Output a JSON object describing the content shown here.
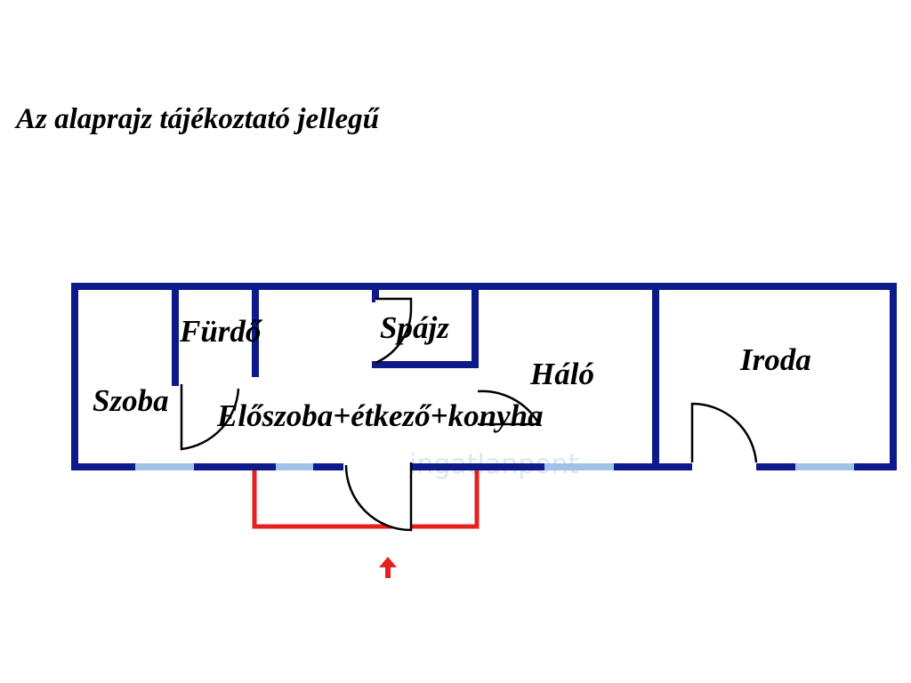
{
  "caption": "Az alaprajz tájékoztató jellegű",
  "rooms": {
    "szoba": "Szoba",
    "furdo": "Fürdő",
    "spajz": "Spájz",
    "eloszoba": "Előszoba+étkező+konyha",
    "halo": "Háló",
    "iroda": "Iroda"
  },
  "watermark": "ingatlanpont",
  "colors": {
    "wall": "#0c1a8a",
    "window": "#9fc3e8",
    "terrace": "#e62020",
    "entrance_arrow": "#e62020"
  }
}
